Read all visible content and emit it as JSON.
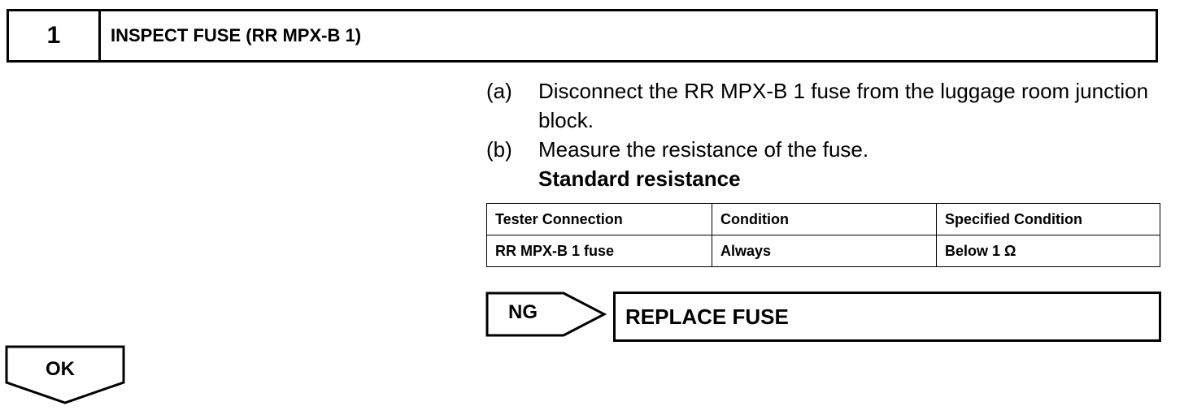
{
  "step": {
    "number": "1",
    "title": "INSPECT FUSE (RR MPX-B 1)"
  },
  "instructions": [
    {
      "mark": "(a)",
      "text": "Disconnect the RR MPX-B 1 fuse from the luggage room junction block."
    },
    {
      "mark": "(b)",
      "text": "Measure the resistance of the fuse."
    }
  ],
  "standard_label": "Standard resistance",
  "spec_table": {
    "headers": [
      "Tester Connection",
      "Condition",
      "Specified Condition"
    ],
    "rows": [
      [
        "RR MPX-B 1 fuse",
        "Always",
        "Below 1 Ω"
      ]
    ]
  },
  "ng_branch": {
    "label": "NG",
    "action": "REPLACE FUSE"
  },
  "ok_branch": {
    "label": "OK"
  }
}
